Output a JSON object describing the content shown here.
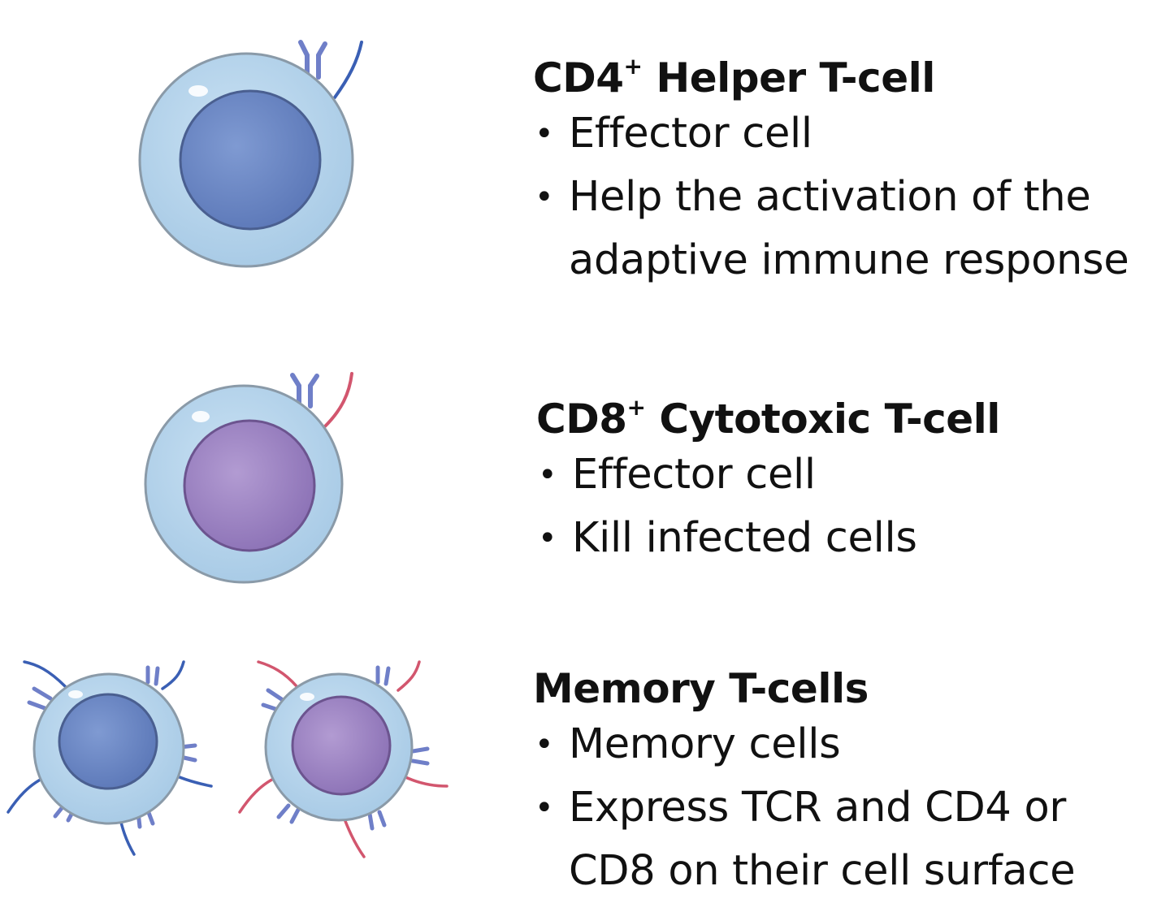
{
  "blocks": [
    {
      "title_main": "CD4",
      "title_sup": "+",
      "title_rest": " Helper T-cell",
      "bullets": [
        "Effector cell",
        "Help the activation of the",
        "adaptive immune response"
      ]
    },
    {
      "title_main": "CD8",
      "title_sup": "+",
      "title_rest": " Cytotoxic T-cell",
      "bullets": [
        "Effector cell",
        "Kill infected cells"
      ]
    },
    {
      "title_main": "Memory T-cells",
      "title_sup": "",
      "title_rest": "",
      "bullets": [
        "Memory cells",
        "Express TCR and CD4 or",
        "CD8 on their cell surface"
      ]
    }
  ],
  "colors": {
    "membrane": "#b4d4ec",
    "membrane_stroke": "#8a9aa8",
    "cd4_nucleus": "#6f8bc8",
    "cd8_nucleus": "#a38ac6",
    "receptor_blue": "#3a5fb4",
    "receptor_red": "#d2566e",
    "tcr": "#7a8ad0"
  }
}
